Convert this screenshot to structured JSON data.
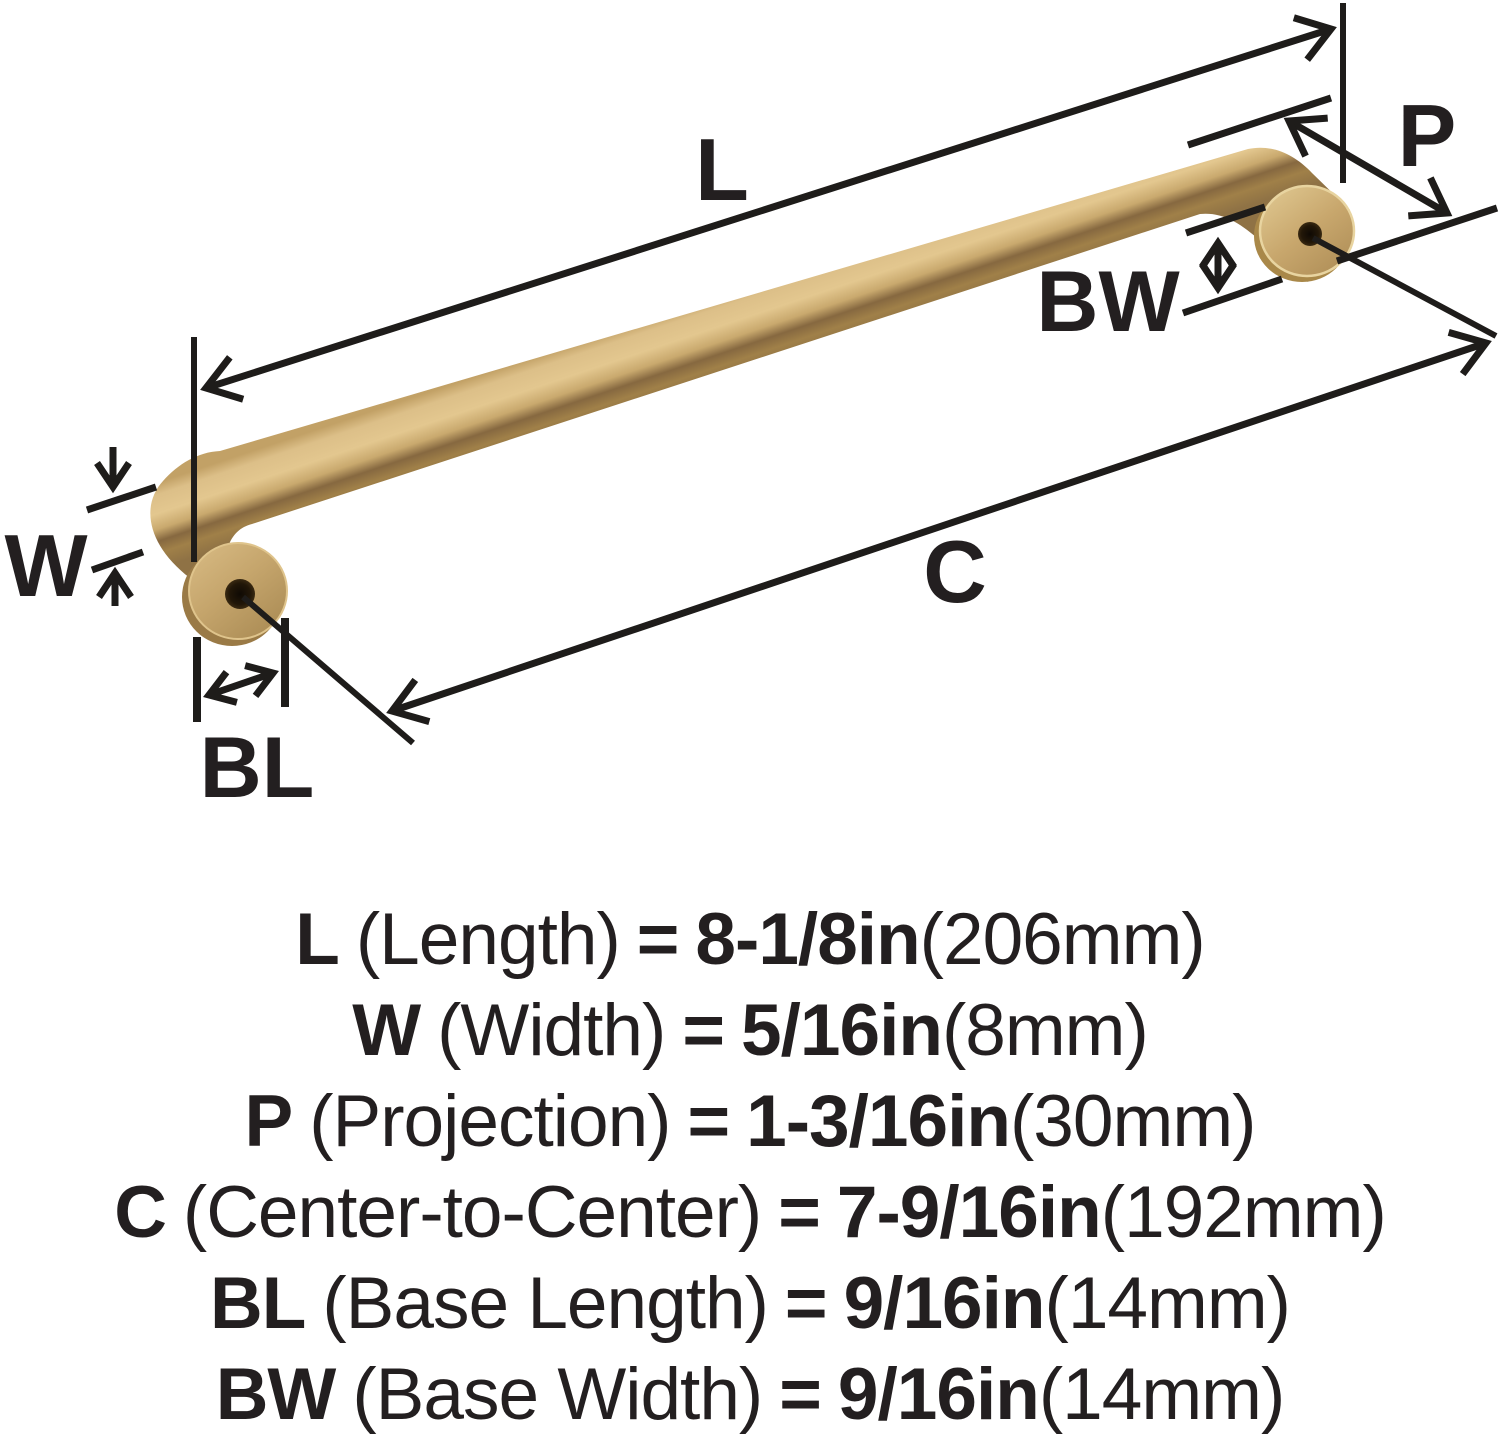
{
  "page": {
    "background": "#ffffff"
  },
  "diagram": {
    "labels": {
      "length": "L",
      "width": "W",
      "projection": "P",
      "center_to_center": "C",
      "base_length": "BL",
      "base_width": "BW"
    },
    "colors": {
      "line": "#1e1c1a",
      "text": "#231f20",
      "brass_highlight": "#e6cc95",
      "brass_mid": "#c9a96e",
      "brass_shadow": "#866840",
      "hole": "#171006"
    }
  },
  "spec": {
    "equals": "=",
    "lines": [
      {
        "sym": "L",
        "name": "(Length)",
        "imperial": "8-1/8in",
        "metric": "(206mm)"
      },
      {
        "sym": "W",
        "name": "(Width)",
        "imperial": "5/16in",
        "metric": "(8mm)"
      },
      {
        "sym": "P",
        "name": "(Projection)",
        "imperial": "1-3/16in",
        "metric": "(30mm)"
      },
      {
        "sym": "C",
        "name": "(Center-to-Center)",
        "imperial": "7-9/16in",
        "metric": "(192mm)"
      },
      {
        "sym": "BL",
        "name": "(Base Length)",
        "imperial": "9/16in",
        "metric": "(14mm)"
      },
      {
        "sym": "BW",
        "name": "(Base Width)",
        "imperial": "9/16in",
        "metric": "(14mm)"
      }
    ]
  }
}
